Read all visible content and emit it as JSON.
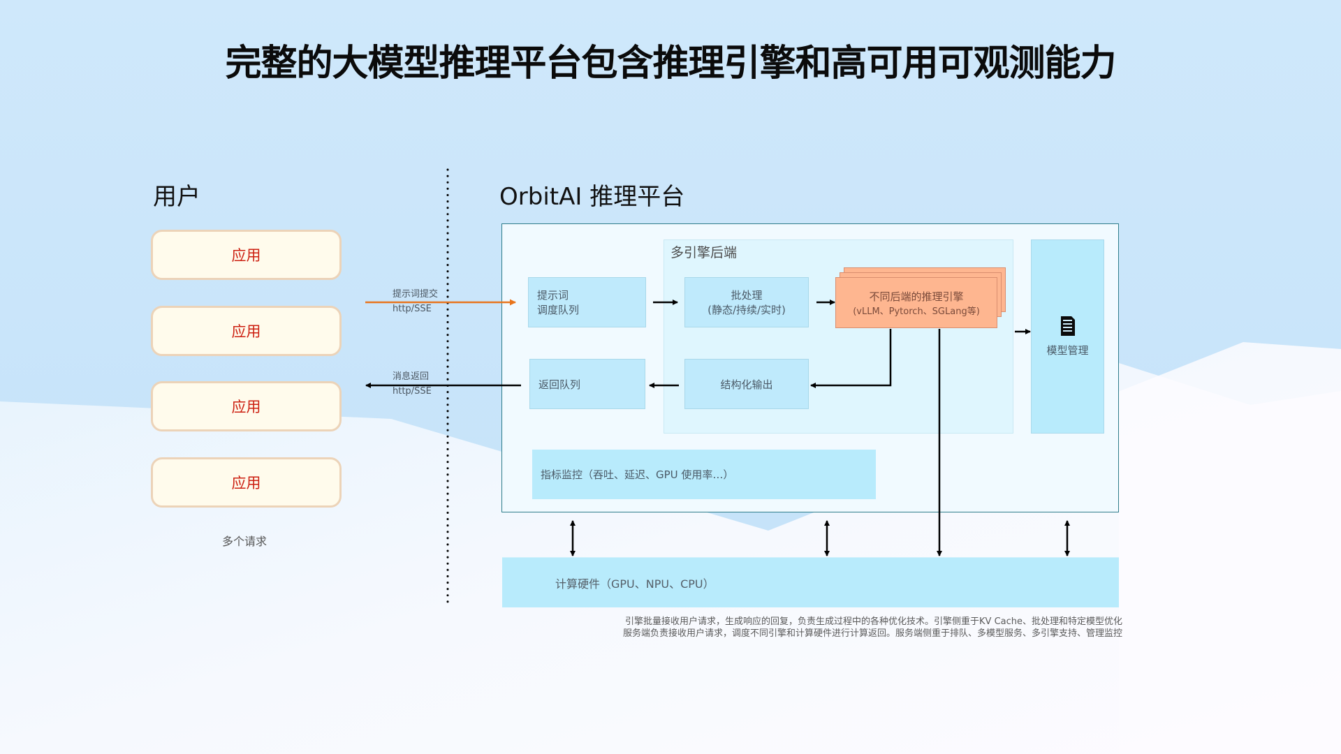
{
  "title": "完整的大模型推理平台包含推理引擎和高可用可观测能力",
  "user_section": {
    "heading": "用户",
    "apps": [
      {
        "label": "应用"
      },
      {
        "label": "应用"
      },
      {
        "label": "应用"
      },
      {
        "label": "应用"
      }
    ],
    "caption": "多个请求"
  },
  "flows": {
    "request": {
      "label": "提示词提交",
      "protocol": "http/SSE"
    },
    "response": {
      "label": "消息返回",
      "protocol": "http/SSE"
    }
  },
  "platform": {
    "heading": "OrbitAI 推理平台",
    "prompt_queue": {
      "line1": "提示词",
      "line2": "调度队列"
    },
    "return_queue": {
      "label": "返回队列"
    },
    "multi_engine": {
      "label": "多引擎后端",
      "batching": {
        "line1": "批处理",
        "line2": "(静态/持续/实时)"
      },
      "structured_output": {
        "label": "结构化输出"
      },
      "engines": {
        "line1": "不同后端的推理引擎",
        "line2": "(vLLM、Pytorch、SGLang等)"
      }
    },
    "model_management": {
      "label": "模型管理",
      "icon": "document-icon"
    },
    "metrics": {
      "label": "指标监控（吞吐、延迟、GPU 使用率…）"
    }
  },
  "hardware": {
    "label": "计算硬件（GPU、NPU、CPU）"
  },
  "footnote": {
    "line1": "引擎批量接收用户请求，生成响应的回复，负责生成过程中的各种优化技术。引擎侧重于KV Cache、批处理和特定模型优化",
    "line2": "服务端负责接收用户请求，调度不同引擎和计算硬件进行计算返回。服务端侧重于排队、多模型服务、多引擎支持、管理监控"
  },
  "colors": {
    "request_arrow": "#e8741c",
    "app_text": "#cc1f10",
    "engine_fill": "#feb690",
    "node_fill": "#bfeafc"
  }
}
